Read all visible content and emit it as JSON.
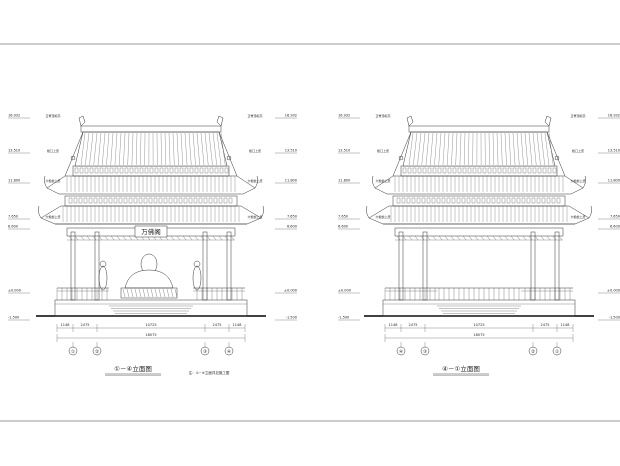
{
  "drawing": {
    "left": {
      "title": "①－④立面图",
      "note": "注：①~④立面详见施工图",
      "plaque": "万佛阁",
      "dims": [
        "1148",
        "2475",
        "10725",
        "2475",
        "1148"
      ],
      "dim_total": "18075",
      "axes": [
        "①",
        "②",
        "③",
        "④"
      ]
    },
    "right": {
      "title": "④－①立面图",
      "dims": [
        "1148",
        "2475",
        "10725",
        "2475",
        "1148"
      ],
      "dim_total": "18075",
      "axes": [
        "④",
        "③",
        "②",
        "①"
      ]
    },
    "elev_left": [
      "16.932",
      "13.510",
      "11.800",
      "7.650",
      "6.600",
      "±0.000",
      "-1.500"
    ],
    "elev_right": [
      "16.932",
      "13.510",
      "11.800",
      "7.650",
      "6.600",
      "±0.000",
      "-1.500"
    ],
    "labels_left": [
      "正脊顶标高",
      "檐口上皮",
      "大檐檩上皮",
      "大檐檩上皮"
    ],
    "labels_right": [
      "正脊顶标高",
      "檐口上皮",
      "大檐檩上皮",
      "大檐檩上皮"
    ]
  }
}
